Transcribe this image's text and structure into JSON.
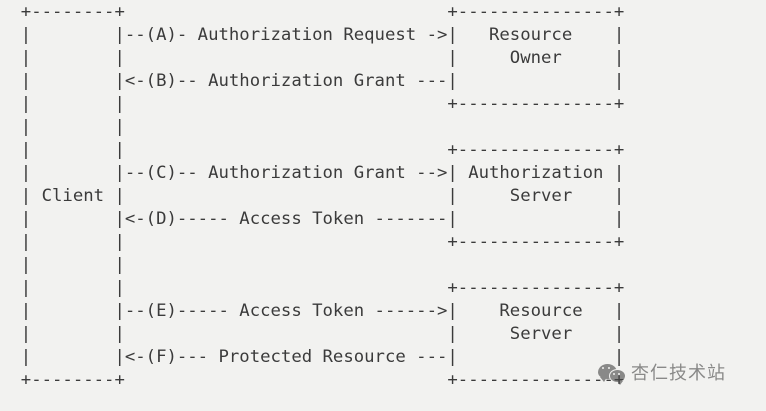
{
  "diagram": {
    "type": "ascii-art",
    "title": "OAuth 2.0 Protocol Flow",
    "background_color": "#f2f2f0",
    "text_color": "#3b3b3b",
    "columns": 64,
    "rows": 18,
    "nodes": [
      {
        "id": "client",
        "label": "Client",
        "border_top": "+--------+",
        "border_bottom": "+--------+",
        "inner_width": 8
      },
      {
        "id": "resource-owner",
        "label_line_1": "Resource",
        "label_line_2": "Owner",
        "border_top": "+--------------+",
        "border_bottom": "+--------------+",
        "inner_width": 14
      },
      {
        "id": "authorization-server",
        "label_line_1": "Authorization",
        "label_line_2": "Server",
        "border_top": "+--------------+",
        "border_bottom": "+--------------+",
        "inner_width": 14
      },
      {
        "id": "resource-server",
        "label_line_1": "Resource",
        "label_line_2": "Server",
        "border_top": "+--------------+",
        "border_bottom": "+--------------+",
        "inner_width": 14
      }
    ],
    "messages": [
      {
        "step": "A",
        "text": "Authorization Request",
        "direction": "client-to-resource-owner",
        "arrow": "->",
        "line": "|--(A)- Authorization Request ->|"
      },
      {
        "step": "B",
        "text": "Authorization Grant",
        "direction": "resource-owner-to-client",
        "arrow": "<-",
        "line": "|<-(B)-- Authorization Grant ---|"
      },
      {
        "step": "C",
        "text": "Authorization Grant",
        "direction": "client-to-authorization-server",
        "arrow": "-->",
        "line": "|--(C)-- Authorization Grant -->|"
      },
      {
        "step": "D",
        "text": "Access Token",
        "direction": "authorization-server-to-client",
        "arrow": "<-",
        "line": "|<-(D)----- Access Token -------|"
      },
      {
        "step": "E",
        "text": "Access Token",
        "direction": "client-to-resource-server",
        "arrow": "-->",
        "line": "|--(E)----- Access Token ------>|"
      },
      {
        "step": "F",
        "text": "Protected Resource",
        "direction": "resource-server-to-client",
        "arrow": "<-",
        "line": "|<-(F)--- Protected Resource ---|"
      }
    ],
    "art": "  +--------+                               +---------------+\n  |        |--(A)- Authorization Request ->|   Resource    |\n  |        |                               |     Owner     |\n  |        |<-(B)-- Authorization Grant ---|               |\n  |        |                               +---------------+\n  |        |\n  |        |                               +---------------+\n  |        |--(C)-- Authorization Grant -->| Authorization |\n  | Client |                               |     Server    |\n  |        |<-(D)----- Access Token -------|               |\n  |        |                               +---------------+\n  |        |\n  |        |                               +---------------+\n  |        |--(E)----- Access Token ------>|    Resource   |\n  |        |                               |     Server    |\n  |        |<-(F)--- Protected Resource ---|               |\n  +--------+                               +---------------+"
  },
  "watermark": {
    "icon": "wechat-icon",
    "text": "杏仁技术站"
  }
}
